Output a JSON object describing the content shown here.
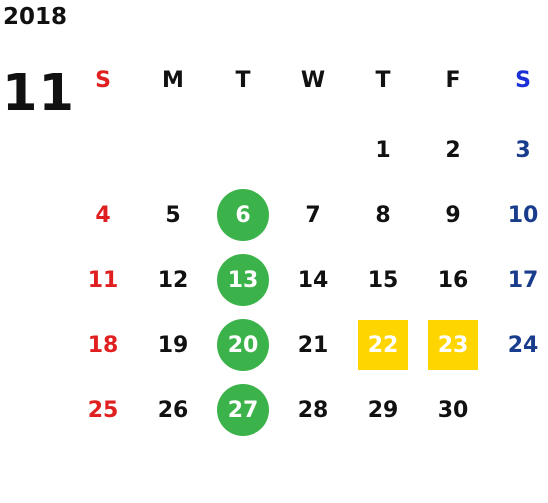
{
  "year": "2018",
  "month": "11",
  "weekdays": [
    "S",
    "M",
    "T",
    "W",
    "T",
    "F",
    "S"
  ],
  "weeks": [
    [
      "",
      "",
      "",
      "",
      "1",
      "2",
      "3"
    ],
    [
      "4",
      "5",
      "6",
      "7",
      "8",
      "9",
      "10"
    ],
    [
      "11",
      "12",
      "13",
      "14",
      "15",
      "16",
      "17"
    ],
    [
      "18",
      "19",
      "20",
      "21",
      "22",
      "23",
      "24"
    ],
    [
      "25",
      "26",
      "27",
      "28",
      "29",
      "30",
      ""
    ]
  ],
  "marked_days": {
    "6": "circle",
    "13": "circle",
    "20": "circle",
    "27": "circle",
    "22": "square",
    "23": "square"
  },
  "colors": {
    "sunday": "#e02020",
    "saturday": "#1a3c8c",
    "saturday_header": "#1a2fd6",
    "weekday": "#111111",
    "circle_mark": "#3cb34a",
    "square_mark": "#ffd500"
  }
}
